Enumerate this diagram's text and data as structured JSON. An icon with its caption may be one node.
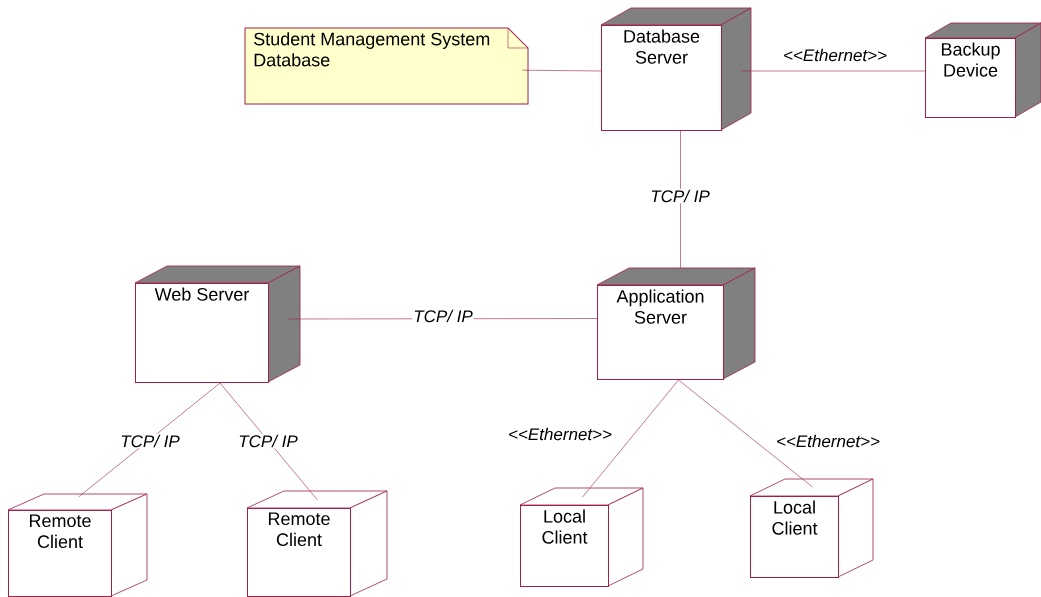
{
  "diagram": {
    "nodes": [
      {
        "text": [
          "Student Management System Database"
        ]
      },
      {
        "text": [
          "Database Server"
        ]
      },
      {
        "text": [
          "Backup Device"
        ]
      },
      {
        "text": [
          "Web Server"
        ]
      },
      {
        "text": [
          "Application Server"
        ]
      },
      {
        "text": [
          "Remote Client"
        ]
      },
      {
        "text": [
          "Remote Client"
        ]
      },
      {
        "text": [
          "Local Client"
        ]
      },
      {
        "text": [
          "Local Client"
        ]
      }
    ],
    "edges": [
      {
        "from": 0,
        "to": 1,
        "arrow": "none"
      },
      {
        "from": 1,
        "to": 2,
        "arrow": "none",
        "label": "<<Ethernet>>"
      },
      {
        "from": 1,
        "to": 4,
        "arrow": "none",
        "label": "TCP/ IP"
      },
      {
        "from": 3,
        "to": 4,
        "arrow": "none",
        "label": "TCP/ IP"
      },
      {
        "from": 3,
        "to": 5,
        "arrow": "none",
        "label": "TCP/ IP"
      },
      {
        "from": 3,
        "to": 6,
        "arrow": "none",
        "label": "TCP/ IP"
      },
      {
        "from": 4,
        "to": 7,
        "arrow": "none",
        "label": "<<Ethernet>>"
      },
      {
        "from": 4,
        "to": 8,
        "arrow": "none",
        "label": "<<Ethernet>>"
      }
    ]
  }
}
